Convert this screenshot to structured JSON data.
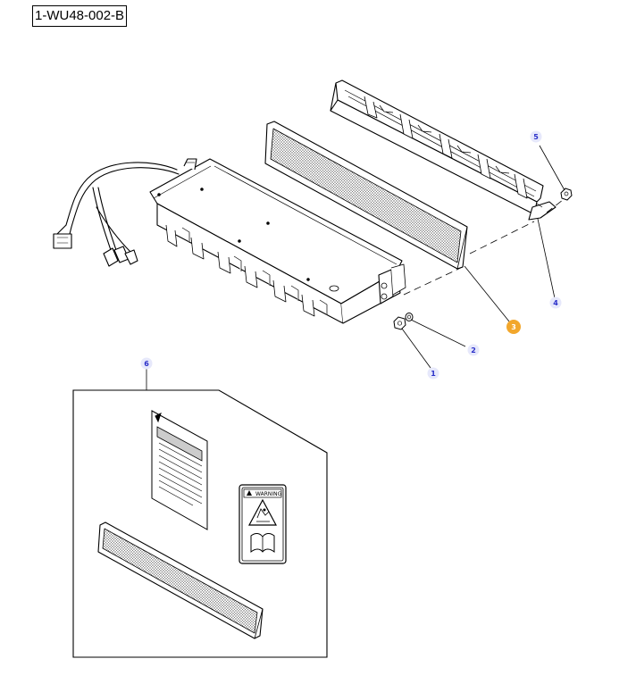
{
  "diagram_ref": "1-WU48-002-B",
  "colors": {
    "line": "#000000",
    "callout_fill": "#e6e8fb",
    "callout_text": "#2a2fc9",
    "callout_selected_fill": "#f2a72c",
    "callout_selected_text": "#ffffff"
  },
  "callouts": [
    {
      "id": "c1",
      "label": "1",
      "selected": false
    },
    {
      "id": "c2",
      "label": "2",
      "selected": false
    },
    {
      "id": "c3",
      "label": "3",
      "selected": true
    },
    {
      "id": "c4",
      "label": "4",
      "selected": false
    },
    {
      "id": "c5",
      "label": "5",
      "selected": false
    },
    {
      "id": "c6",
      "label": "6",
      "selected": false
    }
  ],
  "warning_decal": {
    "heading": "WARNING"
  }
}
